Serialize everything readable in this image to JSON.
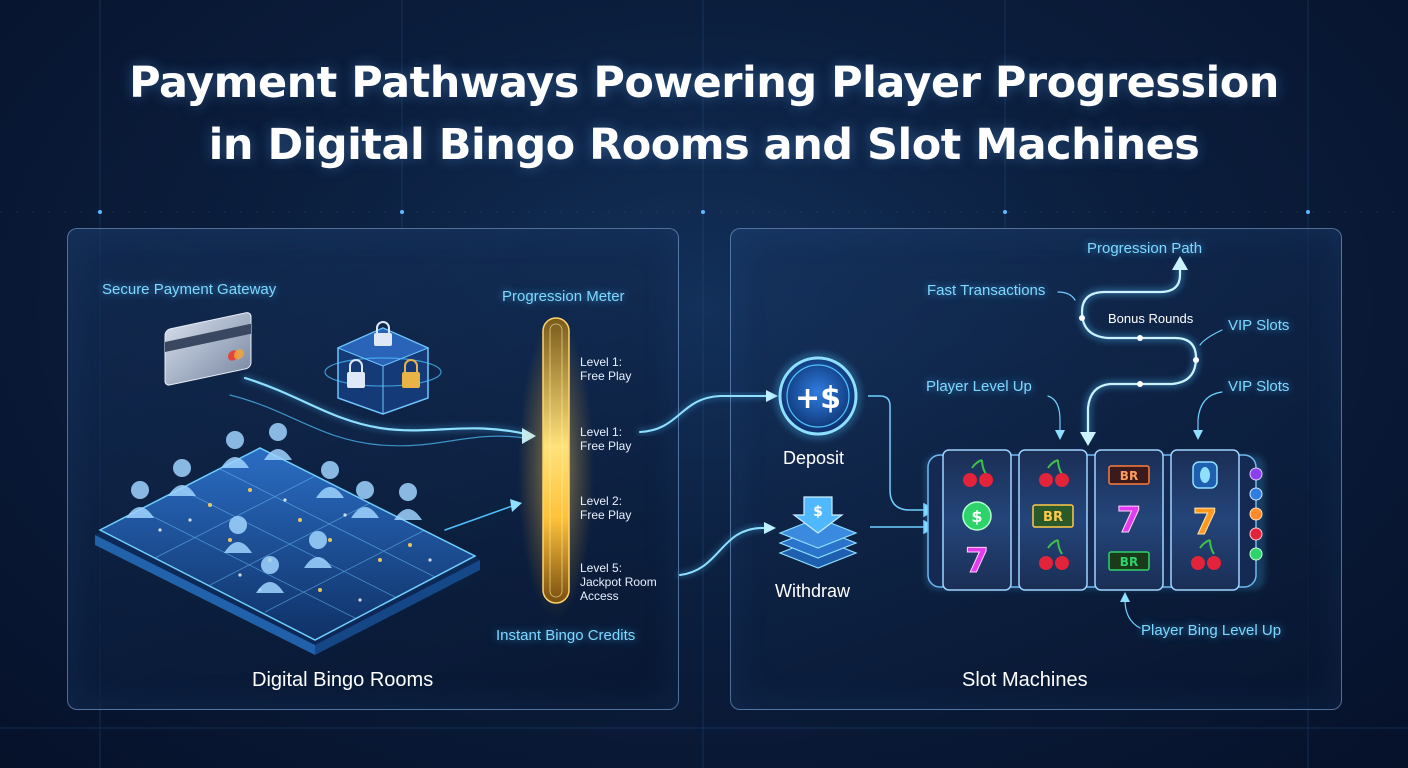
{
  "title": {
    "line1": "Payment Pathways Powering Player Progression",
    "line2": "in Digital Bingo Rooms and Slot Machines"
  },
  "left_panel": {
    "name": "Digital Bingo Rooms",
    "secure_gateway": "Secure Payment Gateway",
    "progression_meter": "Progression Meter",
    "instant_credits": "Instant Bingo Credits",
    "levels": [
      {
        "line1": "Level 1:",
        "line2": "Free Play"
      },
      {
        "line1": "Level 1:",
        "line2": "Free Play"
      },
      {
        "line1": "Level 2:",
        "line2": "Free Play"
      },
      {
        "line1": "Level 5:",
        "line2": "Jackpot Room",
        "line3": "Access"
      }
    ]
  },
  "right_panel": {
    "name": "Slot Machines",
    "deposit": "Deposit",
    "deposit_symbol": "+$",
    "withdraw": "Withdraw",
    "withdraw_symbol": "$",
    "progression_path": "Progression Path",
    "fast_transactions": "Fast Transactions",
    "bonus_rounds": "Bonus Rounds",
    "vip_slots_1": "VIP Slots",
    "vip_slots_2": "VIP Slots",
    "player_level_up": "Player Level Up",
    "player_bing_level_up": "Player Bing Level Up",
    "reel_symbols": {
      "seven": "7",
      "bar": "BR",
      "bar_double": "BR",
      "dollar": "$"
    }
  },
  "colors": {
    "accent_cyan": "#4fc3ff",
    "glow_gold": "#ffc94a",
    "seven_pink": "#e23cf0",
    "seven_orange": "#ff9a1f",
    "cherry_red": "#e2233a",
    "bar_green": "#2ed36a"
  },
  "icons": [
    "credit-card-icon",
    "padlock-cube-icon",
    "coin-plus-dollar-icon",
    "stack-withdraw-icon",
    "cherry-icon",
    "seven-icon",
    "bar-icon",
    "dollar-coin-icon"
  ]
}
